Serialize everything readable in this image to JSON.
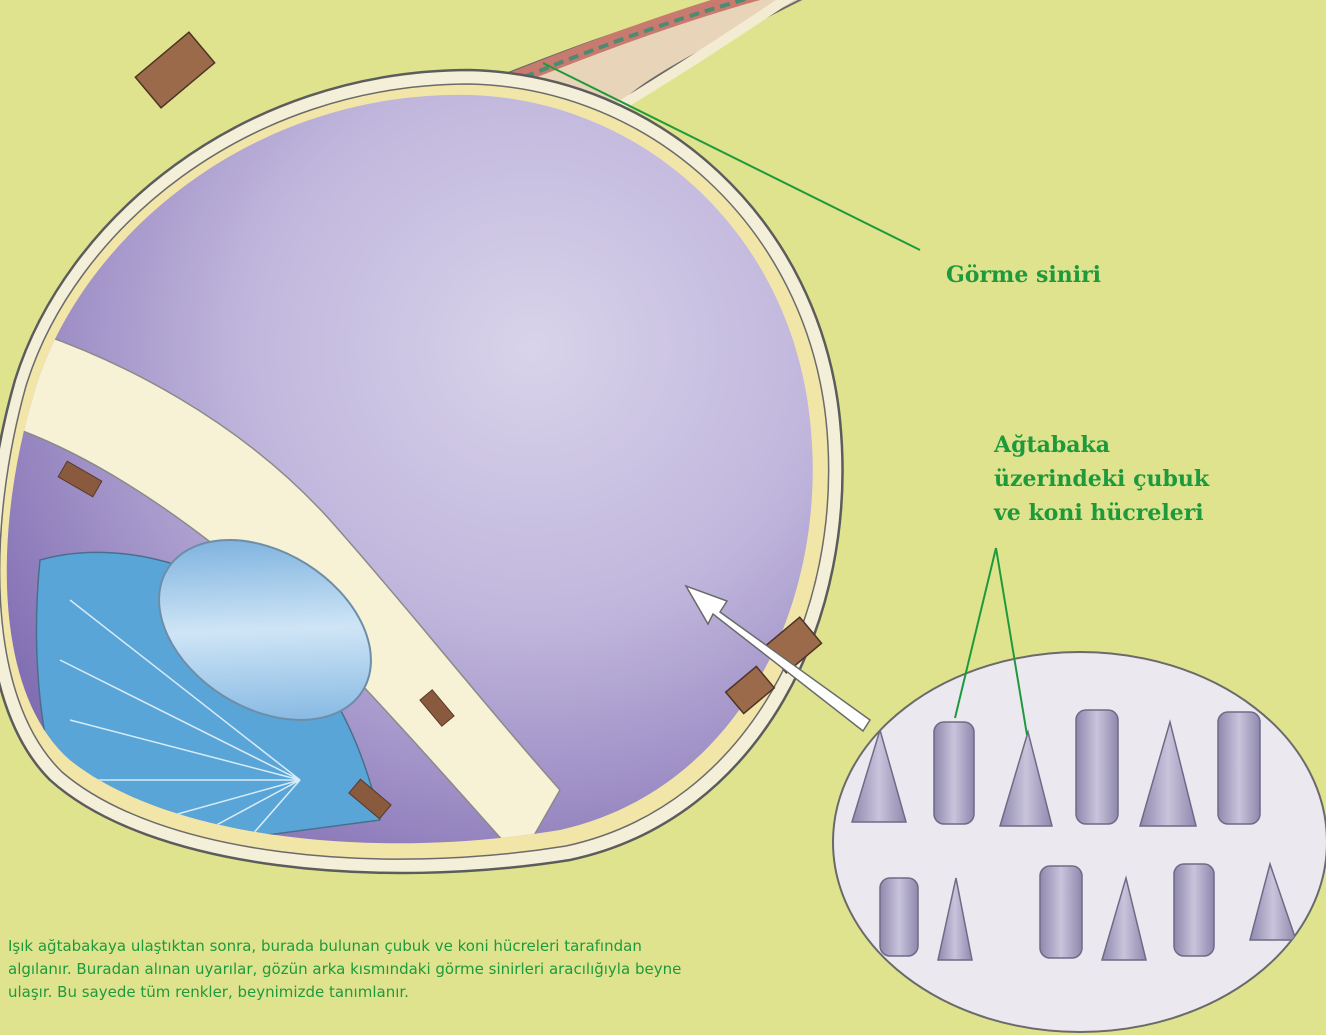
{
  "labels": {
    "optic_nerve": "Görme siniri",
    "retina_cells": [
      "Ağtabaka",
      "üzerindeki  çubuk",
      "ve koni hücreleri"
    ]
  },
  "caption_lines": [
    "Işık ağtabakaya ulaştıktan sonra, burada bulunan çubuk ve koni hücreleri tarafından",
    "algılanır. Buradan alınan uyarılar, gözün arka kısmındaki görme sinirleri aracılığıyla beyne",
    "ulaşır. Bu sayede tüm renkler, beynimizde tanımlanır."
  ],
  "colors": {
    "background": "#dfe38e",
    "label_green": "#1e9a3c",
    "vitreous_purple": "#9e8fc4",
    "lens_blue": "#7fb6de",
    "cell_gray": "#a9a3c2"
  },
  "icons": {
    "magnifier": "retina-closeup-circle",
    "pointer": "white-arrow"
  }
}
